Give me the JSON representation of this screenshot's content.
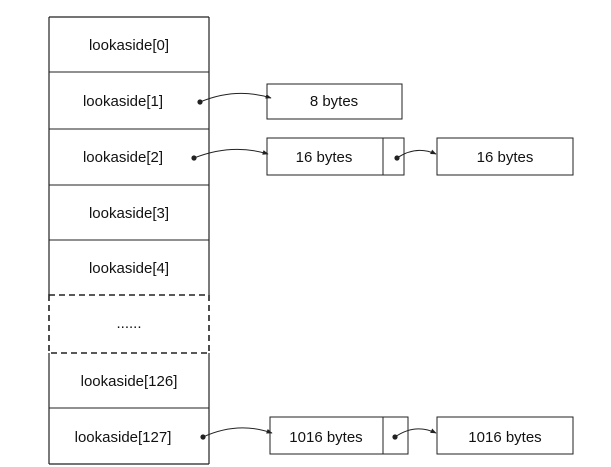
{
  "lookaside_table": {
    "rows": [
      {
        "label": "lookaside[0]"
      },
      {
        "label": "lookaside[1]"
      },
      {
        "label": "lookaside[2]"
      },
      {
        "label": "lookaside[3]"
      },
      {
        "label": "lookaside[4]"
      },
      {
        "label": "......",
        "elided": true
      },
      {
        "label": "lookaside[126]"
      },
      {
        "label": "lookaside[127]"
      }
    ]
  },
  "chains": {
    "row1": [
      {
        "label": "8 bytes"
      }
    ],
    "row2": [
      {
        "label": "16 bytes"
      },
      {
        "label": "16 bytes"
      }
    ],
    "row7": [
      {
        "label": "1016 bytes"
      },
      {
        "label": "1016 bytes"
      }
    ]
  },
  "colors": {
    "line": "#222222",
    "background": "#ffffff"
  }
}
